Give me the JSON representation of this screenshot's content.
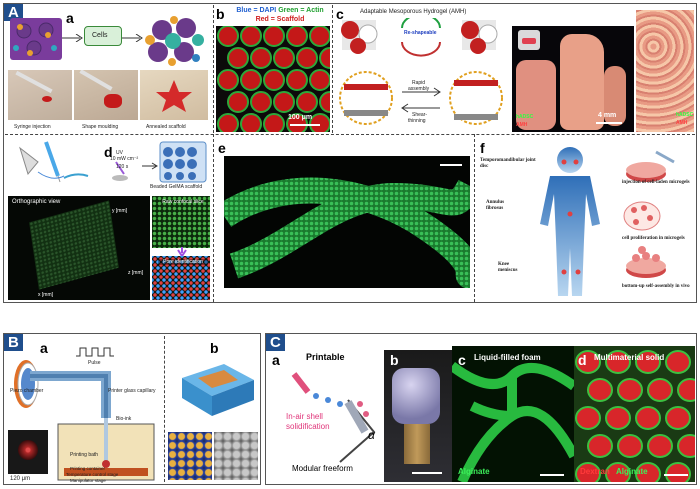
{
  "panel_A": {
    "letter": "A",
    "a": {
      "label": "a",
      "cells": "Cells",
      "captions": [
        "Syringe injection",
        "Shape moulding",
        "Annealed scaffold"
      ]
    },
    "b": {
      "label": "b",
      "legend_line1_blue": "Blue = DAPI",
      "legend_line1_green": "Green = Actin",
      "legend_line2": "Red = Scaffold",
      "scale": "100 μm"
    },
    "c": {
      "label": "c",
      "title": "Adaptable Mesoporous Hydrogel (AMH)",
      "reshapeable": "Re-shapeable",
      "rapid": "Rapid",
      "assembly": "assembly",
      "shear": "Shear-",
      "thinning": "thinning",
      "hadsc": "hADSC",
      "amh": "AMH",
      "scale": "4 mm"
    },
    "d": {
      "label": "d",
      "uv": "UV",
      "uv_power": "10 mW cm⁻²",
      "time": "120 s",
      "scaffold": "Beaded GelMA scaffold",
      "ortho": "Orthographic view",
      "raw": "Raw confocal slice",
      "pore": "Pore identification",
      "axis_x": "x [mm]",
      "axis_y": "y [mm]",
      "axis_z": "z [mm]"
    },
    "e": {
      "label": "e"
    },
    "f": {
      "label": "f",
      "tmj": "Temporomandibular joint disc",
      "annulus": "Annulus fibrosus",
      "knee": "Knee meniscus",
      "inj": "injection of cell-laden microgels",
      "prolif": "cell proliferation in microgels",
      "bottom": "bottom-up self-assembly in vivo"
    }
  },
  "panel_B": {
    "letter": "B",
    "a": {
      "label": "a",
      "piezo": "Piezo chamber",
      "pulse": "Pulse",
      "capillary": "Printer glass capillary",
      "bioink": "Bio-ink",
      "bath": "Printing bath",
      "container": "Printing container",
      "temp": "Temperature control stage",
      "manip": "Manipulator stage",
      "scale": "120 μm"
    },
    "b": {
      "label": "b"
    }
  },
  "panel_C": {
    "letter": "C",
    "a": {
      "label": "a",
      "title": "Printable",
      "inair1": "In-air shell",
      "inair2": "solidification",
      "alpha": "α",
      "modular": "Modular freeform"
    },
    "b": {
      "label": "b"
    },
    "c": {
      "label": "c",
      "title": "Liquid-filled foam",
      "alginate": "Alginate"
    },
    "d": {
      "label": "d",
      "title": "Multimaterial solid",
      "dextran": "Dextran",
      "alginate": "Alginate"
    }
  },
  "colors": {
    "letter_bg": "#1f4e8c",
    "green": "#2ecc40",
    "red": "#e02020",
    "blue": "#2060d0"
  }
}
